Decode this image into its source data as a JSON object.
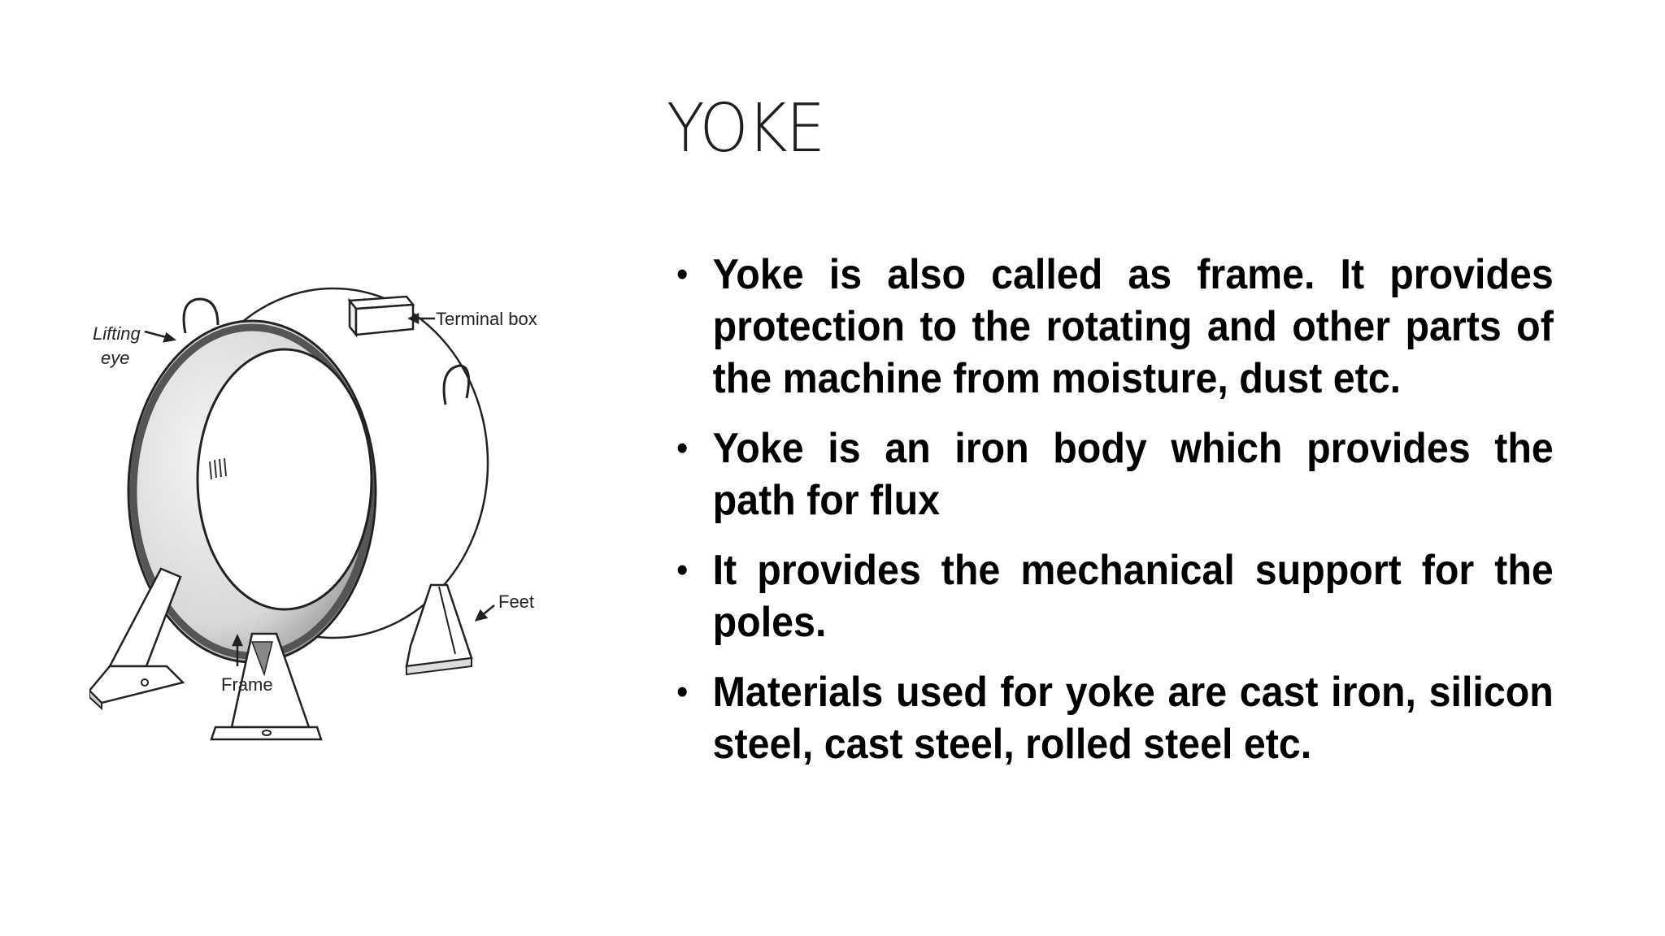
{
  "slide": {
    "title": "YOKE",
    "figure": {
      "labels": {
        "lifting_eye_line1": "Lifting",
        "lifting_eye_line2": "eye",
        "terminal_box": "Terminal box",
        "feet": "Feet",
        "frame": "Frame"
      }
    },
    "bullets": [
      "Yoke is also called as frame. It provides protection to the rotating and other parts of the machine from moisture, dust etc.",
      "Yoke is an iron body which provides the path for flux",
      "It provides the mechanical support for the poles.",
      "Materials used for yoke are cast iron, silicon steel, cast steel, rolled steel etc."
    ],
    "bullet_symbol": "•"
  }
}
